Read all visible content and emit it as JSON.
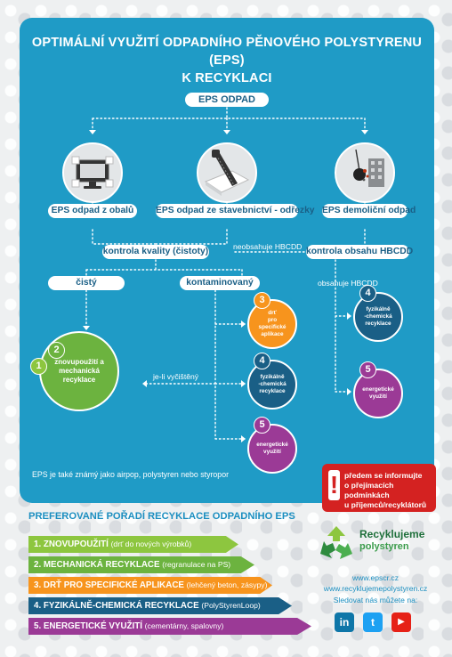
{
  "title_line1": "OPTIMÁLNÍ VYUŽITÍ ODPADNÍHO PĚNOVÉHO POLYSTYRENU (EPS)",
  "title_line2": "K RECYKLACI",
  "eps_waste": "EPS ODPAD",
  "sources": {
    "packaging": "EPS odpad z obalů",
    "construction": "EPS odpad ze stavebnictví - odřezky",
    "demolition": "EPS demoliční odpad"
  },
  "quality_check": "kontrola kvality (čistoty)",
  "no_hbcdd": "neobsahuje HBCDD",
  "hbcdd_check": "kontrola obsahu HBCDD",
  "contains_hbcdd": "obsahuje HBCDD",
  "clean": "čistý",
  "contaminated": "kontaminovaný",
  "if_cleaned": "je-li vyčištěný",
  "numbers": {
    "n1": "1",
    "n2": "2",
    "n3": "3",
    "n4": "4",
    "n5": "5"
  },
  "circles": {
    "reuse_mech": "znovupoužití a mechanická recyklace",
    "specific_line1": "drť",
    "specific_line2": "pro specifické aplikace",
    "physchem_line1": "fyzikálně",
    "physchem_line2": "-chemická recyklace",
    "energy": "energetické využití"
  },
  "note": "EPS je také známý jako airpop, polystyren nebo styropor",
  "warning": {
    "mark": "!",
    "line1": "předem se informujte",
    "line2": "o přejímacích podmínkách",
    "line3": "u příjemců/recyklátorů"
  },
  "preferred_title": "PREFEROVANÉ POŘADÍ RECYKLACE ODPADNÍHO EPS",
  "ranking": [
    {
      "label": "1. ZNOVUPOUŽITÍ",
      "detail": "(drť do nových výrobků)",
      "color": "#8dc63f"
    },
    {
      "label": "2. MECHANICKÁ RECYKLACE",
      "detail": "(regranulace na PS)",
      "color": "#6cb33f"
    },
    {
      "label": "3. DRŤ PRO SPECIFICKÉ APLIKACE",
      "detail": "(lehčený beton, zásypy)",
      "color": "#f7941d"
    },
    {
      "label": "4. FYZIKÁLNĚ-CHEMICKÁ RECYKLACE",
      "detail": "(PolyStyrenLoop)",
      "color": "#1a5f86"
    },
    {
      "label": "5. ENERGETICKÉ VYUŽITÍ",
      "detail": "(cementárny, spalovny)",
      "color": "#9b3a96"
    }
  ],
  "brand": {
    "line1": "Recyklujeme",
    "line2": "polystyren"
  },
  "links": {
    "site1": "www.epscr.cz",
    "site2": "www.recyklujemepolystyren.cz",
    "follow": "Sledovat nás můžete na:"
  },
  "social": {
    "linkedin": "in",
    "twitter": "t",
    "youtube": "▶"
  },
  "colors": {
    "panel": "#1f9bc6",
    "green": "#6cb33f",
    "orange": "#f7941d",
    "navy": "#1a5f86",
    "purple": "#9b3a96",
    "red": "#d42221"
  }
}
